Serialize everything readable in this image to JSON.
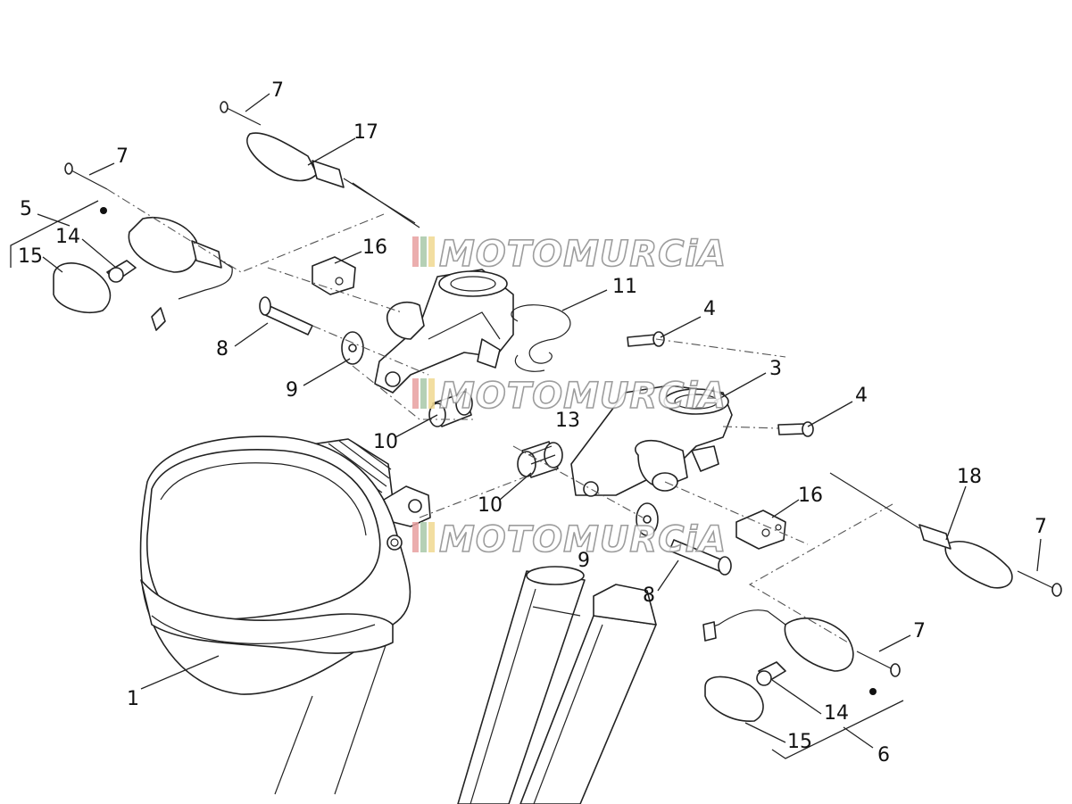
{
  "watermark": {
    "text": "MOTOMURCiA",
    "colors": [
      "#e8a0a0",
      "#a8c8a8",
      "#f0d890"
    ]
  },
  "callouts": {
    "c1": "1",
    "c3": "3",
    "c4a": "4",
    "c4b": "4",
    "c5": "5",
    "c6": "6",
    "c7a": "7",
    "c7b": "7",
    "c7c": "7",
    "c7d": "7",
    "c8a": "8",
    "c8b": "8",
    "c9a": "9",
    "c9b": "9",
    "c10a": "10",
    "c10b": "10",
    "c11": "11",
    "c13": "13",
    "c14a": "14",
    "c14b": "14",
    "c15a": "15",
    "c15b": "15",
    "c16a": "16",
    "c16b": "16",
    "c17": "17",
    "c18": "18"
  }
}
